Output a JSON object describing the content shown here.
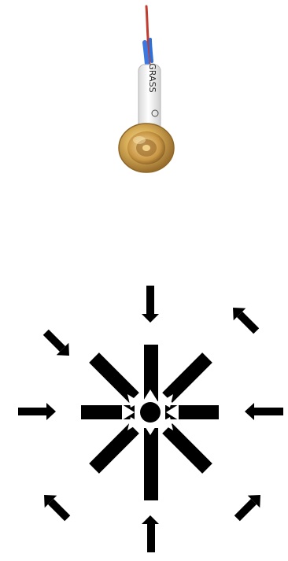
{
  "electrode": {
    "label_text": "GRASS",
    "wire_colors": {
      "red": "#b23a2a",
      "blue": "#3a6fd0"
    },
    "tube_color": "#f4f4f4",
    "cup_colors": {
      "outer": "#b8893a",
      "inner": "#d9b25f",
      "highlight": "#f1d592",
      "shadow": "#7a5620"
    }
  },
  "burst": {
    "arrow_color": "#000000",
    "center_icon": "focal-point-icon",
    "outer_arrow_directions": [
      "N",
      "NE",
      "E",
      "SE",
      "S",
      "SW",
      "W",
      "NW"
    ],
    "inner_bar_directions": [
      "N",
      "NE",
      "E",
      "SE",
      "S",
      "SW",
      "W",
      "NW"
    ]
  }
}
